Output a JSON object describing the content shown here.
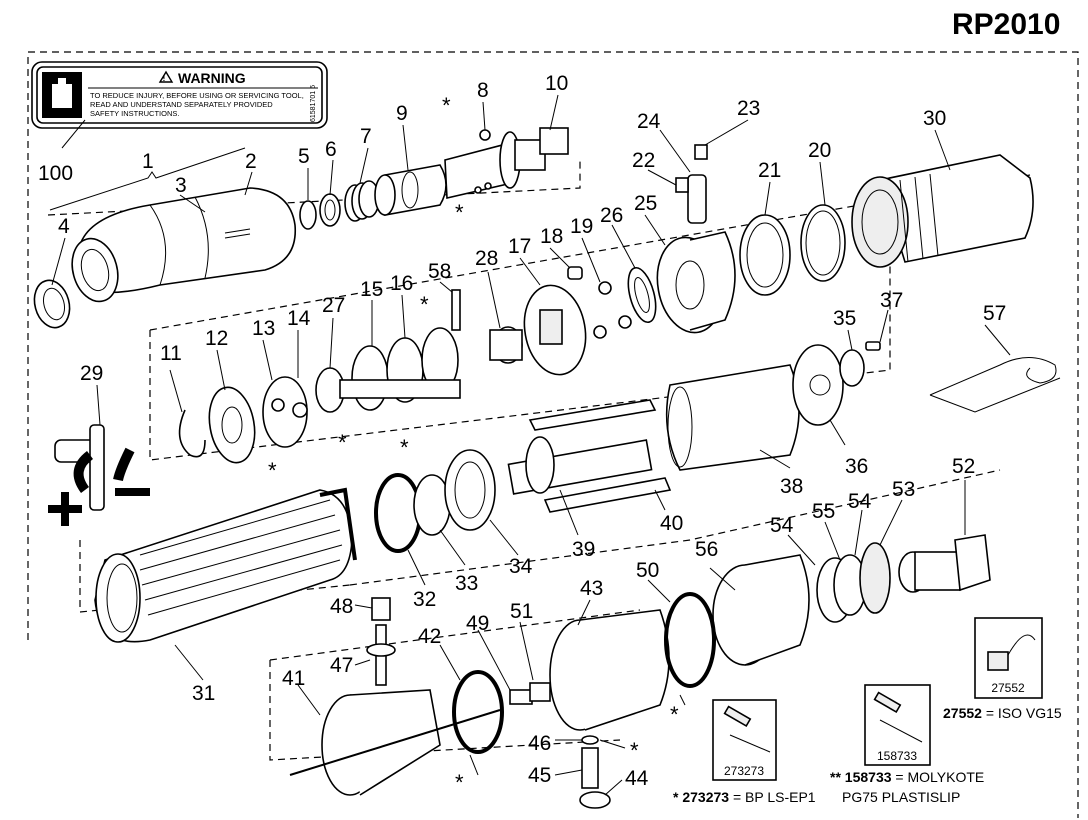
{
  "title": "RP2010",
  "warning": {
    "heading": "WARNING",
    "lines": [
      "TO REDUCE INJURY, BEFORE USING OR SERVICING TOOL,",
      "READ AND UNDERSTAND SEPARATELY PROVIDED",
      "SAFETY INSTRUCTIONS."
    ],
    "code": "61581701 6"
  },
  "callouts": {
    "n1": "1",
    "n2": "2",
    "n3": "3",
    "n4": "4",
    "n5": "5",
    "n6": "6",
    "n7": "7",
    "n8": "8",
    "n9": "9",
    "n10": "10",
    "n11": "11",
    "n12": "12",
    "n13": "13",
    "n14": "14",
    "n15": "15",
    "n16": "16",
    "n17": "17",
    "n18": "18",
    "n19": "19",
    "n20": "20",
    "n21": "21",
    "n22": "22",
    "n23": "23",
    "n24": "24",
    "n25": "25",
    "n26": "26",
    "n27": "27",
    "n28": "28",
    "n29": "29",
    "n30": "30",
    "n31": "31",
    "n32": "32",
    "n33": "33",
    "n34": "34",
    "n35": "35",
    "n36": "36",
    "n37": "37",
    "n38": "38",
    "n39": "39",
    "n40": "40",
    "n41": "41",
    "n42": "42",
    "n43": "43",
    "n44": "44",
    "n45": "45",
    "n46": "46",
    "n47": "47",
    "n48": "48",
    "n49": "49",
    "n50": "50",
    "n51": "51",
    "n52": "52",
    "n53": "53",
    "n54a": "54",
    "n54b": "54",
    "n55": "55",
    "n56": "56",
    "n57": "57",
    "n58": "58",
    "n100": "100"
  },
  "lube_kits": {
    "k273273": "273273",
    "k158733": "158733",
    "k27552": "27552"
  },
  "notes": {
    "iso_code": "27552",
    "iso_text": " = ISO VG15",
    "moly_prefix": "** ",
    "moly_code": "158733",
    "moly_text": " = MOLYKOTE",
    "moly_line2": "PG75 PLASTISLIP",
    "bp_prefix": "* ",
    "bp_code": "273273",
    "bp_text": " = BP LS-EP1"
  },
  "symbols": {
    "star": "*",
    "plus": "+",
    "minus": "−"
  }
}
